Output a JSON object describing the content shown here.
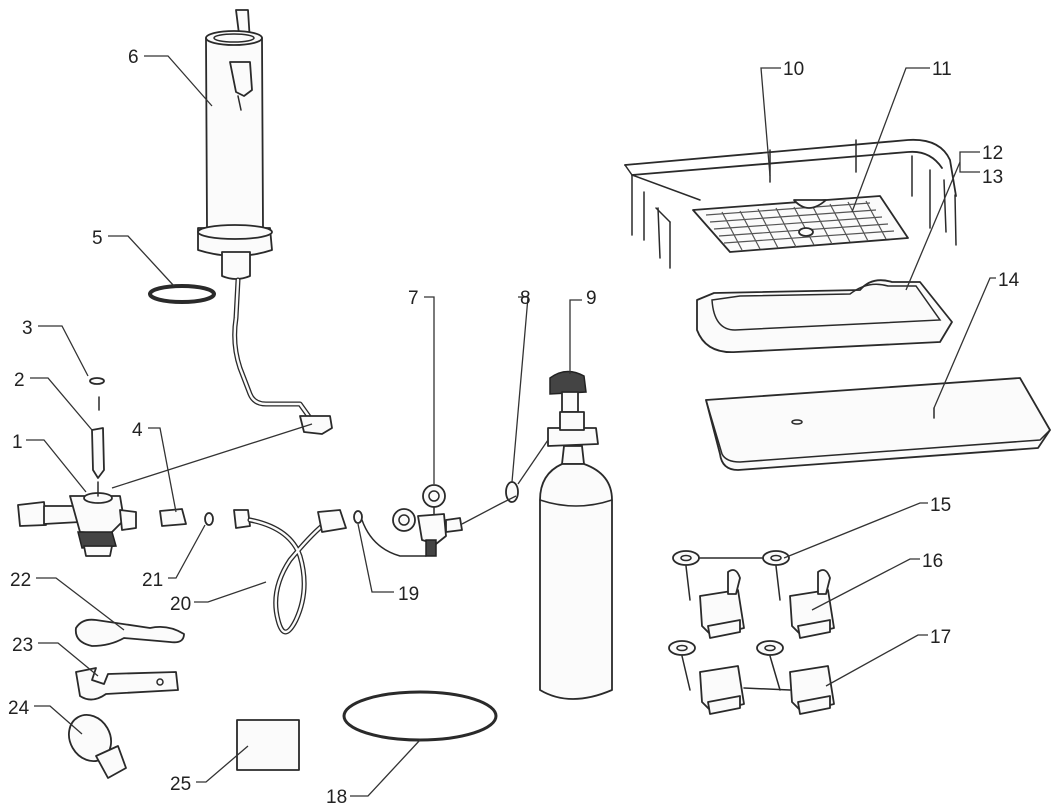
{
  "callouts": [
    {
      "id": "c1",
      "text": "1"
    },
    {
      "id": "c2",
      "text": "2"
    },
    {
      "id": "c3",
      "text": "3"
    },
    {
      "id": "c4",
      "text": "4"
    },
    {
      "id": "c5",
      "text": "5"
    },
    {
      "id": "c6",
      "text": "6"
    },
    {
      "id": "c7",
      "text": "7"
    },
    {
      "id": "c8",
      "text": "8"
    },
    {
      "id": "c9",
      "text": "9"
    },
    {
      "id": "c10",
      "text": "10"
    },
    {
      "id": "c11",
      "text": "11"
    },
    {
      "id": "c12",
      "text": "12"
    },
    {
      "id": "c13",
      "text": "13"
    },
    {
      "id": "c14",
      "text": "14"
    },
    {
      "id": "c15",
      "text": "15"
    },
    {
      "id": "c16",
      "text": "16"
    },
    {
      "id": "c17",
      "text": "17"
    },
    {
      "id": "c18",
      "text": "18"
    },
    {
      "id": "c19",
      "text": "19"
    },
    {
      "id": "c20",
      "text": "20"
    },
    {
      "id": "c21",
      "text": "21"
    },
    {
      "id": "c22",
      "text": "22"
    },
    {
      "id": "c23",
      "text": "23"
    },
    {
      "id": "c24",
      "text": "24"
    },
    {
      "id": "c25",
      "text": "25"
    }
  ]
}
